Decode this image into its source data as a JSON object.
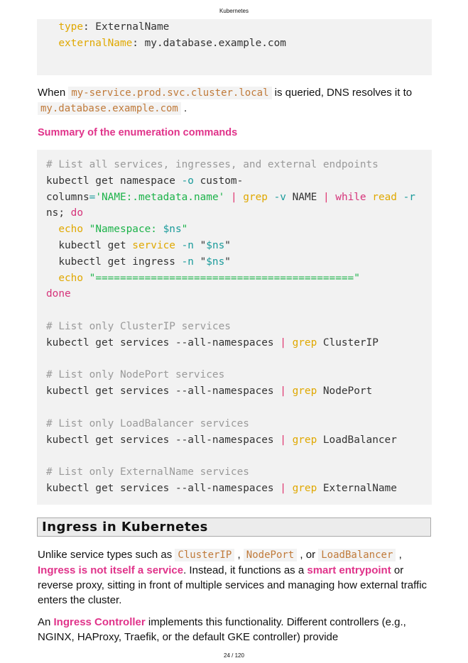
{
  "header": "Kubernetes",
  "footer": "24 / 120",
  "code_block_1": [
    [
      [
        "  ",
        ""
      ],
      [
        "type",
        "fn"
      ],
      [
        ": ExternalName",
        ""
      ]
    ],
    [
      [
        "  ",
        ""
      ],
      [
        "externalName",
        "fn"
      ],
      [
        ": my.database.example.com",
        ""
      ]
    ]
  ],
  "para_dns": {
    "t1": "When ",
    "c1": "my-service.prod.svc.cluster.local",
    "t2": " is queried, DNS resolves it to ",
    "c2": "my.database.example.com",
    "t3": " ."
  },
  "summary_heading": "Summary of the enumeration commands",
  "code_block_2": [
    [
      [
        "# List all services, ingresses, and external endpoints",
        "cm"
      ]
    ],
    [
      [
        "kubectl get namespace ",
        ""
      ],
      [
        "-o",
        "op"
      ],
      [
        " custom-",
        ""
      ]
    ],
    [
      [
        "columns",
        ""
      ],
      [
        "=",
        "op"
      ],
      [
        "'NAME:.metadata.name'",
        "st"
      ],
      [
        " ",
        ""
      ],
      [
        "|",
        "pp"
      ],
      [
        " ",
        ""
      ],
      [
        "grep",
        "fn"
      ],
      [
        " ",
        ""
      ],
      [
        "-v",
        "op"
      ],
      [
        " NAME ",
        ""
      ],
      [
        "|",
        "pp"
      ],
      [
        " ",
        ""
      ],
      [
        "while",
        "kw"
      ],
      [
        " ",
        ""
      ],
      [
        "read",
        "fn"
      ],
      [
        " ",
        ""
      ],
      [
        "-r",
        "op"
      ]
    ],
    [
      [
        "ns; ",
        ""
      ],
      [
        "do",
        "kw"
      ]
    ],
    [
      [
        "  ",
        ""
      ],
      [
        "echo",
        "fn"
      ],
      [
        " ",
        ""
      ],
      [
        "\"Namespace: ",
        "st"
      ],
      [
        "$ns",
        "op"
      ],
      [
        "\"",
        "st"
      ]
    ],
    [
      [
        "  kubectl get ",
        ""
      ],
      [
        "service",
        "fn"
      ],
      [
        " ",
        ""
      ],
      [
        "-n",
        "op"
      ],
      [
        " \"",
        ""
      ],
      [
        "$ns",
        "op"
      ],
      [
        "\"",
        ""
      ]
    ],
    [
      [
        "  kubectl get ingress ",
        ""
      ],
      [
        "-n",
        "op"
      ],
      [
        " \"",
        ""
      ],
      [
        "$ns",
        "op"
      ],
      [
        "\"",
        ""
      ]
    ],
    [
      [
        "  ",
        ""
      ],
      [
        "echo",
        "fn"
      ],
      [
        " ",
        ""
      ],
      [
        "\"==========================================\"",
        "st"
      ]
    ],
    [
      [
        "done",
        "kw"
      ]
    ],
    [
      [
        "",
        ""
      ]
    ],
    [
      [
        "# List only ClusterIP services",
        "cm"
      ]
    ],
    [
      [
        "kubectl get services --all-namespaces ",
        ""
      ],
      [
        "|",
        "pp"
      ],
      [
        " ",
        ""
      ],
      [
        "grep",
        "fn"
      ],
      [
        " ClusterIP",
        ""
      ]
    ],
    [
      [
        "",
        ""
      ]
    ],
    [
      [
        "# List only NodePort services",
        "cm"
      ]
    ],
    [
      [
        "kubectl get services --all-namespaces ",
        ""
      ],
      [
        "|",
        "pp"
      ],
      [
        " ",
        ""
      ],
      [
        "grep",
        "fn"
      ],
      [
        " NodePort",
        ""
      ]
    ],
    [
      [
        "",
        ""
      ]
    ],
    [
      [
        "# List only LoadBalancer services",
        "cm"
      ]
    ],
    [
      [
        "kubectl get services --all-namespaces ",
        ""
      ],
      [
        "|",
        "pp"
      ],
      [
        " ",
        ""
      ],
      [
        "grep",
        "fn"
      ],
      [
        " LoadBalancer",
        ""
      ]
    ],
    [
      [
        "",
        ""
      ]
    ],
    [
      [
        "# List only ExternalName services",
        "cm"
      ]
    ],
    [
      [
        "kubectl get services --all-namespaces ",
        ""
      ],
      [
        "|",
        "pp"
      ],
      [
        " ",
        ""
      ],
      [
        "grep",
        "fn"
      ],
      [
        " ExternalName",
        ""
      ]
    ]
  ],
  "section_heading": "Ingress in Kubernetes",
  "para_ingress": {
    "t1": "Unlike service types such as ",
    "c1": "ClusterIP",
    "t2": " , ",
    "c2": "NodePort",
    "t3": " , or ",
    "c3": "LoadBalancer",
    "t4": " , ",
    "h1": "Ingress is not itself a service",
    "t5": ". Instead, it functions as a ",
    "h2": "smart entrypoint",
    "t6": " or reverse proxy, sitting in front of multiple services and managing how external traffic enters the cluster."
  },
  "para_controller": {
    "t1": "An ",
    "h1": "Ingress Controller",
    "t2": " implements this functionality. Different controllers (e.g., NGINX, HAProxy, Traefik, or the default GKE controller) provide"
  },
  "colors": {
    "highlight": "#e0338a",
    "inline_code": "#c07a3a",
    "code_bg": "#f2f2f2"
  }
}
